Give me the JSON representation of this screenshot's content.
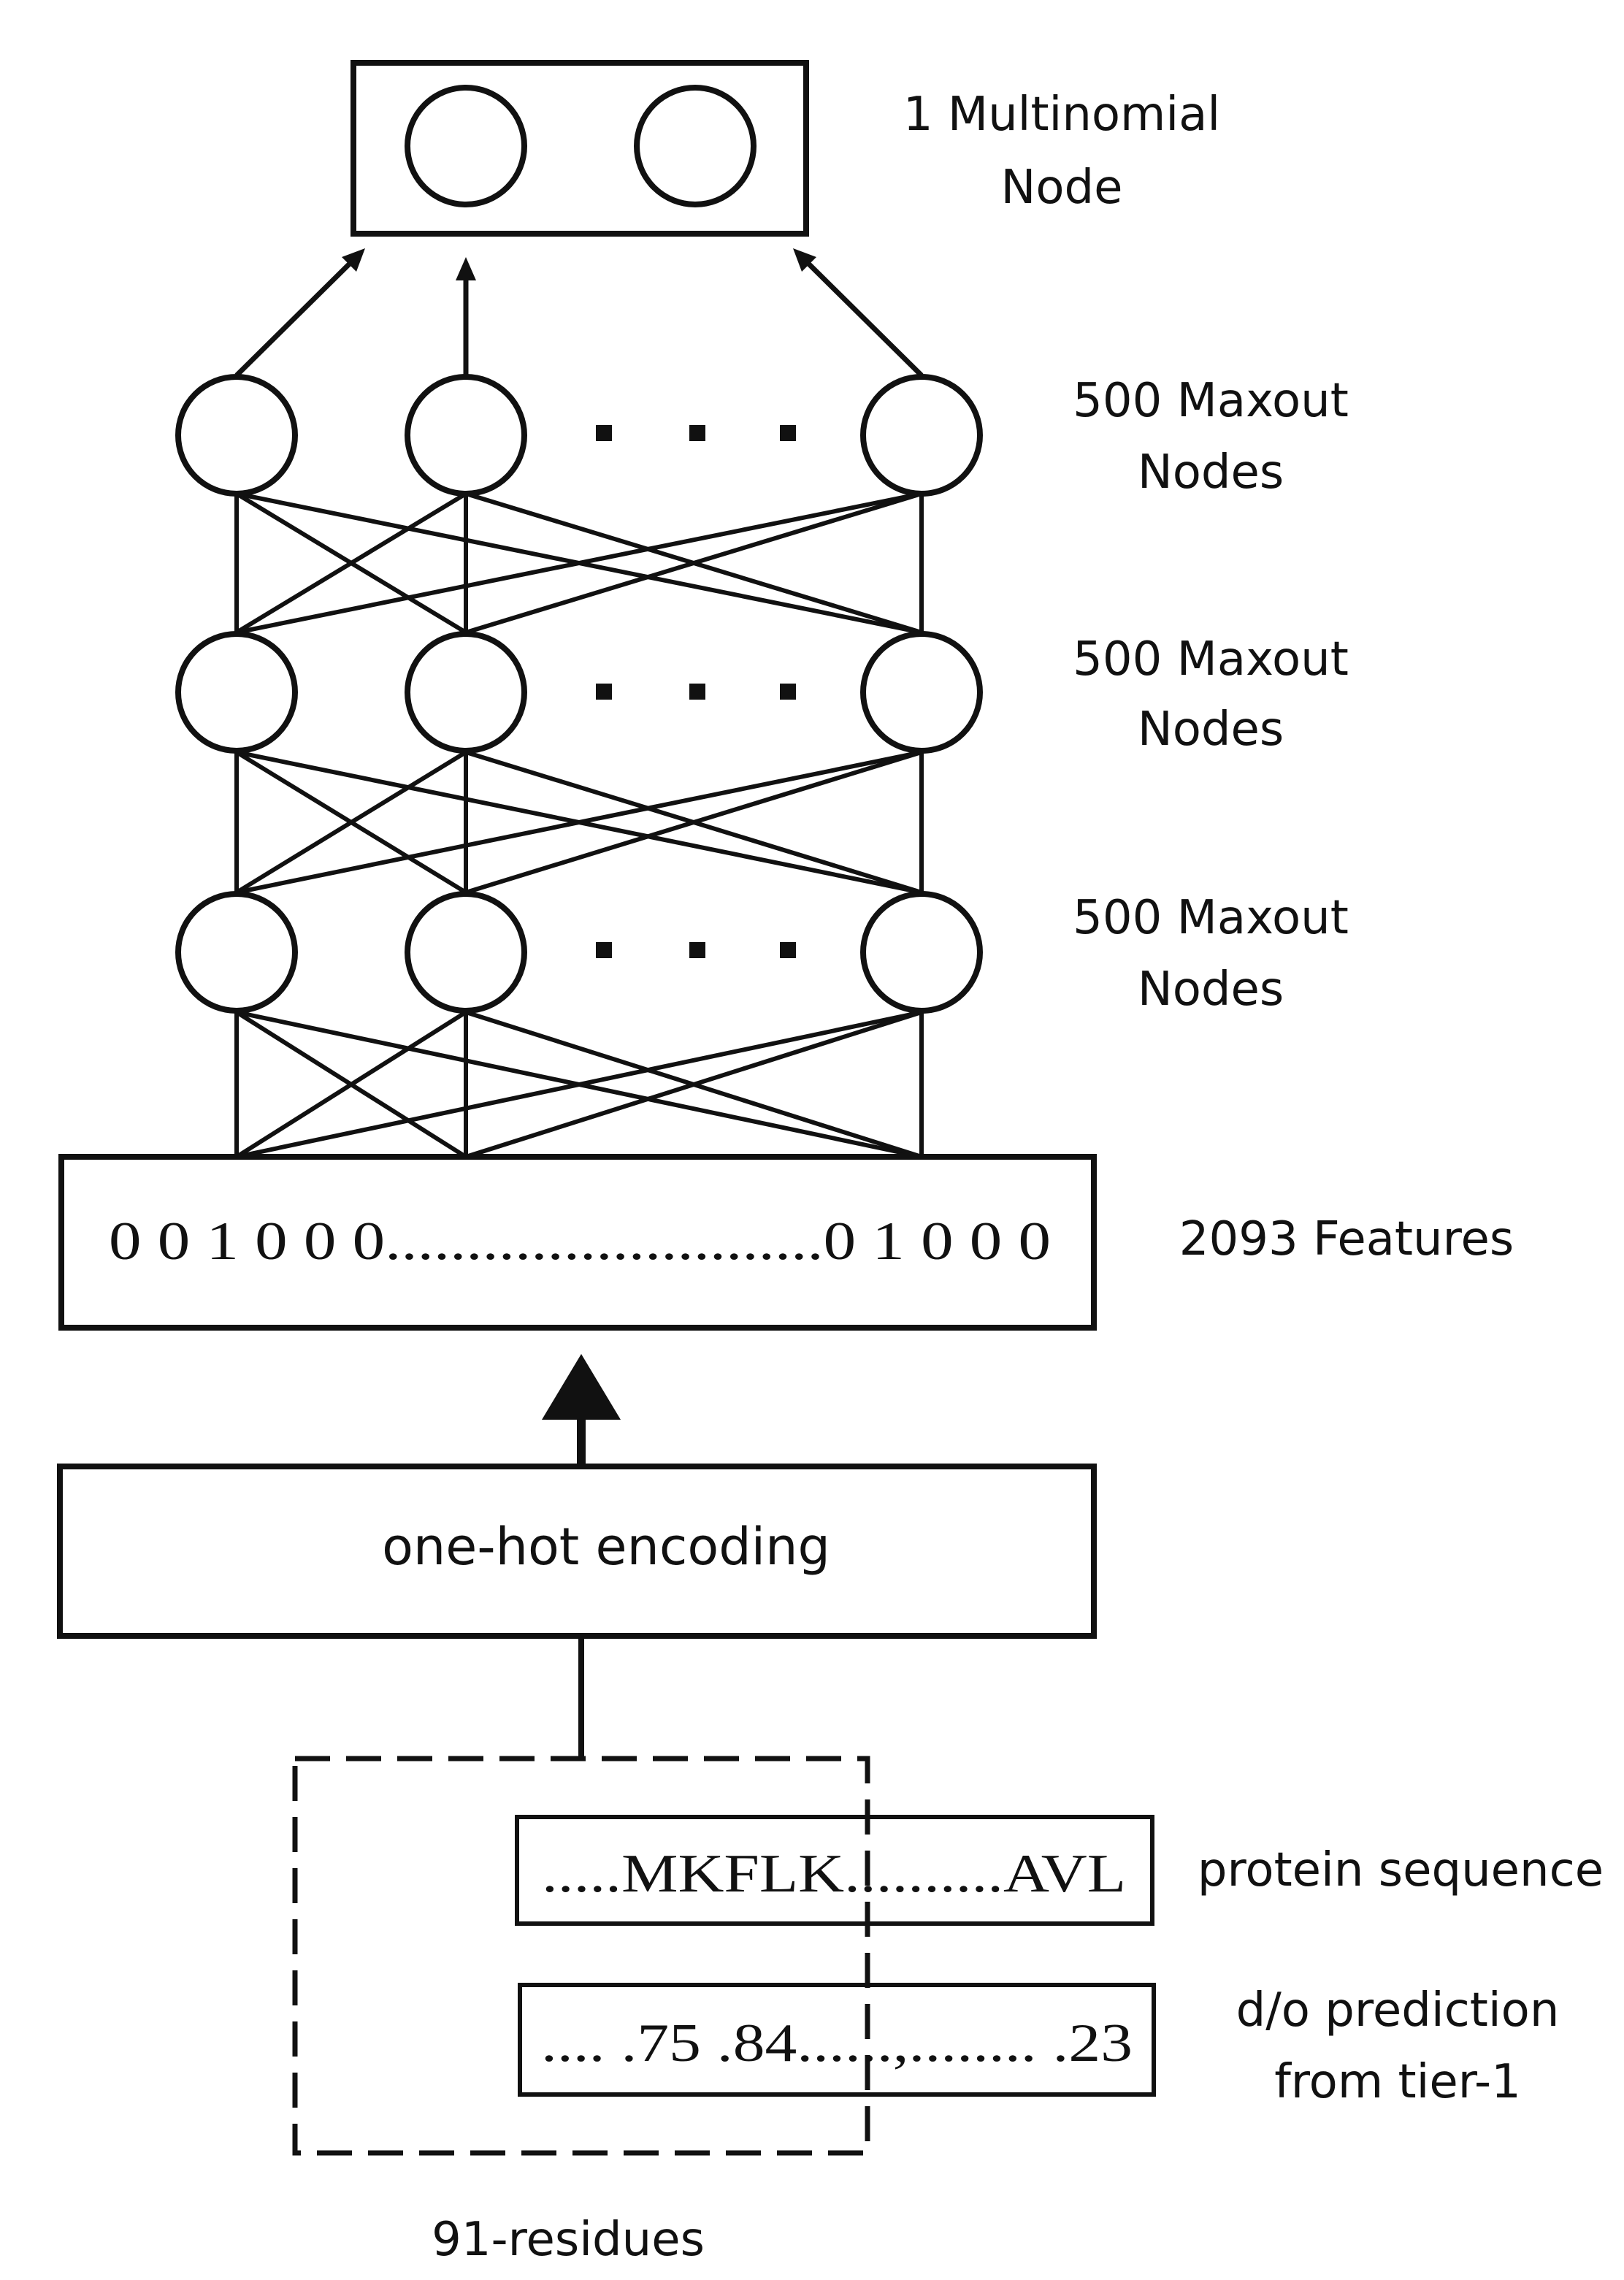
{
  "output_layer": {
    "label_line1": "1 Multinomial",
    "label_line2": "Node"
  },
  "hidden_layers": [
    {
      "label_line1": "500 Maxout",
      "label_line2": "Nodes"
    },
    {
      "label_line1": "500 Maxout",
      "label_line2": "Nodes"
    },
    {
      "label_line1": "500 Maxout",
      "label_line2": "Nodes"
    }
  ],
  "feature_layer": {
    "vector_text": "0 0 1 0 0 0...........................0 1 0 0 0",
    "label": "2093 Features"
  },
  "encoding": {
    "label": "one-hot encoding"
  },
  "inputs": {
    "sequence_text": ".....MKFLK..........AVL",
    "sequence_label": "protein sequence",
    "prediction_text": ".... .75 .84......,........ .23",
    "prediction_label_line1": "d/o prediction",
    "prediction_label_line2": "from tier-1",
    "window_label": "91-residues"
  },
  "colors": {
    "stroke": "#111111",
    "background": "#ffffff"
  }
}
